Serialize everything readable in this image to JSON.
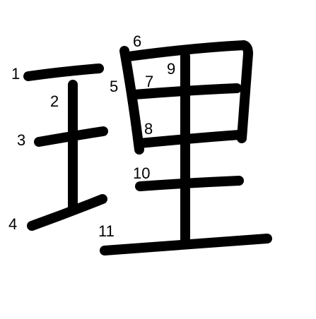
{
  "character": "理",
  "stroke_color": "#000000",
  "background_color": "#ffffff",
  "stroke_numbers": [
    "1",
    "2",
    "3",
    "4",
    "5",
    "6",
    "7",
    "8",
    "9",
    "10",
    "11"
  ]
}
